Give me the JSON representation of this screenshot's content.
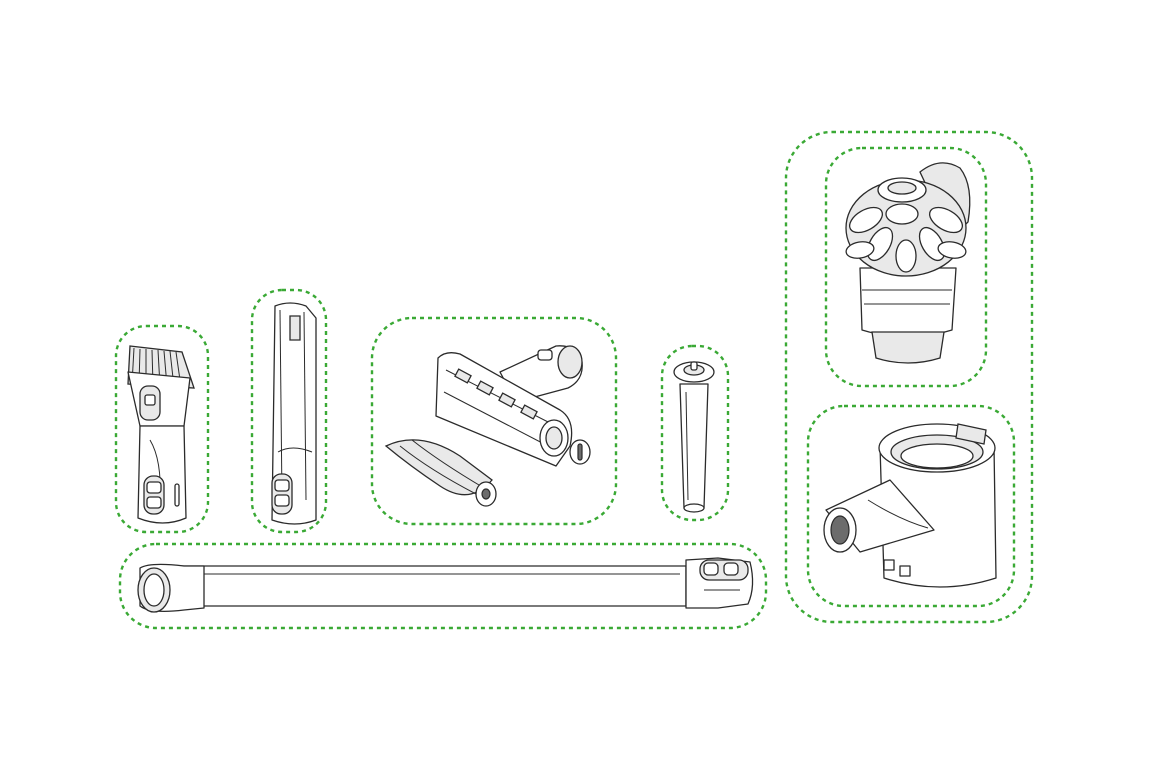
{
  "colors": {
    "outline": "#3aa935",
    "line": "#2b2b2b",
    "fill": "#ffffff",
    "shade": "#e9e9e9",
    "dark": "#6c6c6c"
  },
  "groups": [
    {
      "name": "combination-tool",
      "icon": "combination-tool-icon"
    },
    {
      "name": "crevice-tool",
      "icon": "crevice-tool-icon"
    },
    {
      "name": "motorhead-cleaner-head",
      "icon": "motorhead-icon"
    },
    {
      "name": "filter",
      "icon": "filter-icon"
    },
    {
      "name": "wand",
      "icon": "wand-icon"
    },
    {
      "name": "main-body-assembly",
      "icon": "main-body-icon"
    },
    {
      "name": "cyclone",
      "icon": "cyclone-icon"
    },
    {
      "name": "clear-bin",
      "icon": "bin-icon"
    }
  ]
}
